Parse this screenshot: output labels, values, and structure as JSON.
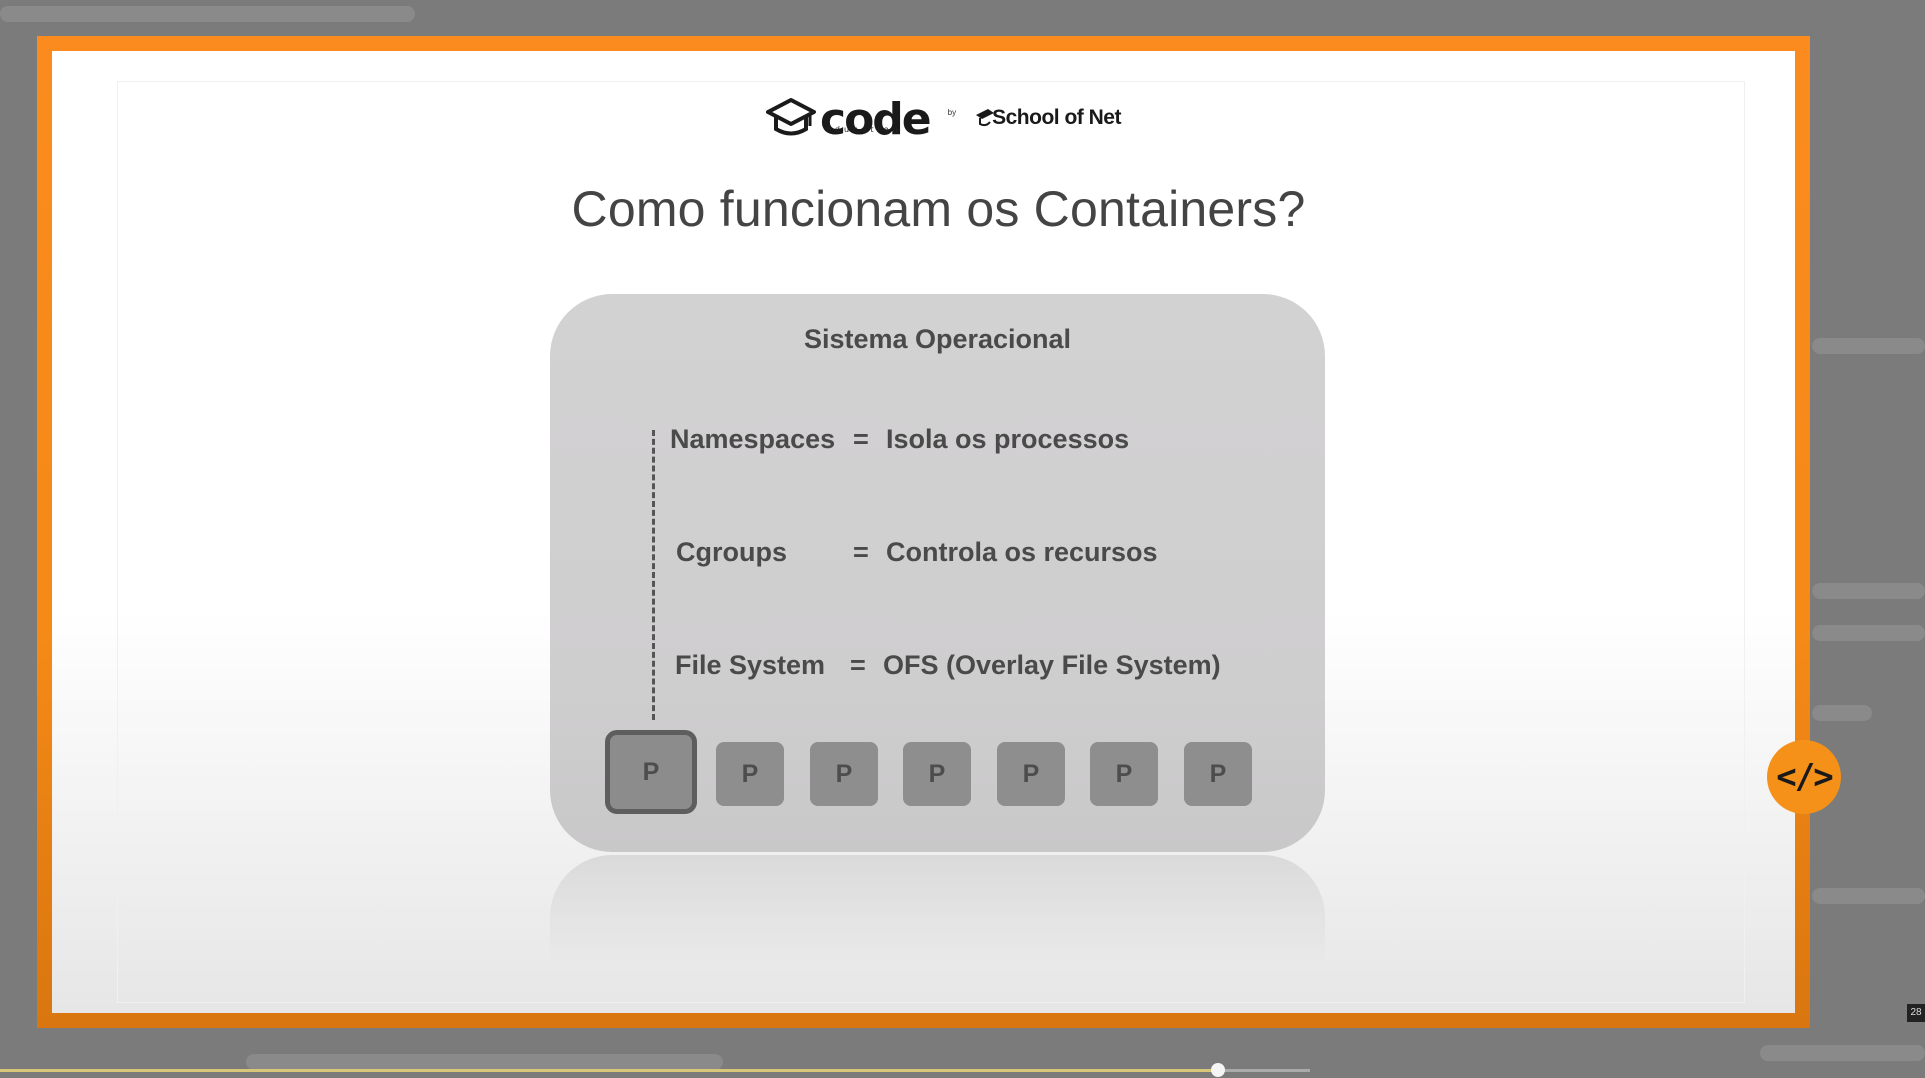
{
  "slide": {
    "logo_code": "code",
    "logo_code_sub": "education",
    "logo_by": "by",
    "logo_son": "School of Net",
    "title": "Como funcionam os Containers?"
  },
  "os": {
    "title": "Sistema Operacional",
    "features": [
      {
        "name": "Namespaces",
        "eq": "=",
        "desc": "Isola os processos"
      },
      {
        "name": "Cgroups",
        "eq": "=",
        "desc": "Controla os recursos"
      },
      {
        "name": "File System",
        "eq": "=",
        "desc": "OFS (Overlay File System)"
      }
    ],
    "processes": [
      "P",
      "P",
      "P",
      "P",
      "P",
      "P",
      "P"
    ]
  },
  "player": {
    "code_button_label": "</>",
    "progress_fraction": 0.93,
    "time_label": "28"
  }
}
